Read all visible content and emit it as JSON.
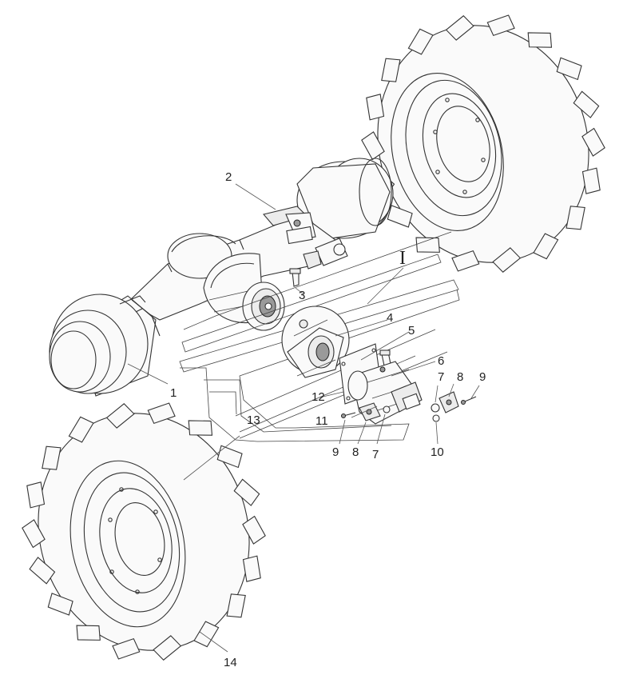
{
  "diagram": {
    "section_label": "I",
    "callouts": [
      {
        "id": "c1",
        "text": "1"
      },
      {
        "id": "c2",
        "text": "2"
      },
      {
        "id": "c3",
        "text": "3"
      },
      {
        "id": "c4",
        "text": "4"
      },
      {
        "id": "c5",
        "text": "5"
      },
      {
        "id": "c6",
        "text": "6"
      },
      {
        "id": "c7a",
        "text": "7"
      },
      {
        "id": "c8a",
        "text": "8"
      },
      {
        "id": "c9a",
        "text": "9"
      },
      {
        "id": "c10",
        "text": "10"
      },
      {
        "id": "c11",
        "text": "11"
      },
      {
        "id": "c12",
        "text": "12"
      },
      {
        "id": "c13",
        "text": "13"
      },
      {
        "id": "c9b",
        "text": "9"
      },
      {
        "id": "c8b",
        "text": "8"
      },
      {
        "id": "c7b",
        "text": "7"
      },
      {
        "id": "c14",
        "text": "14"
      }
    ]
  }
}
